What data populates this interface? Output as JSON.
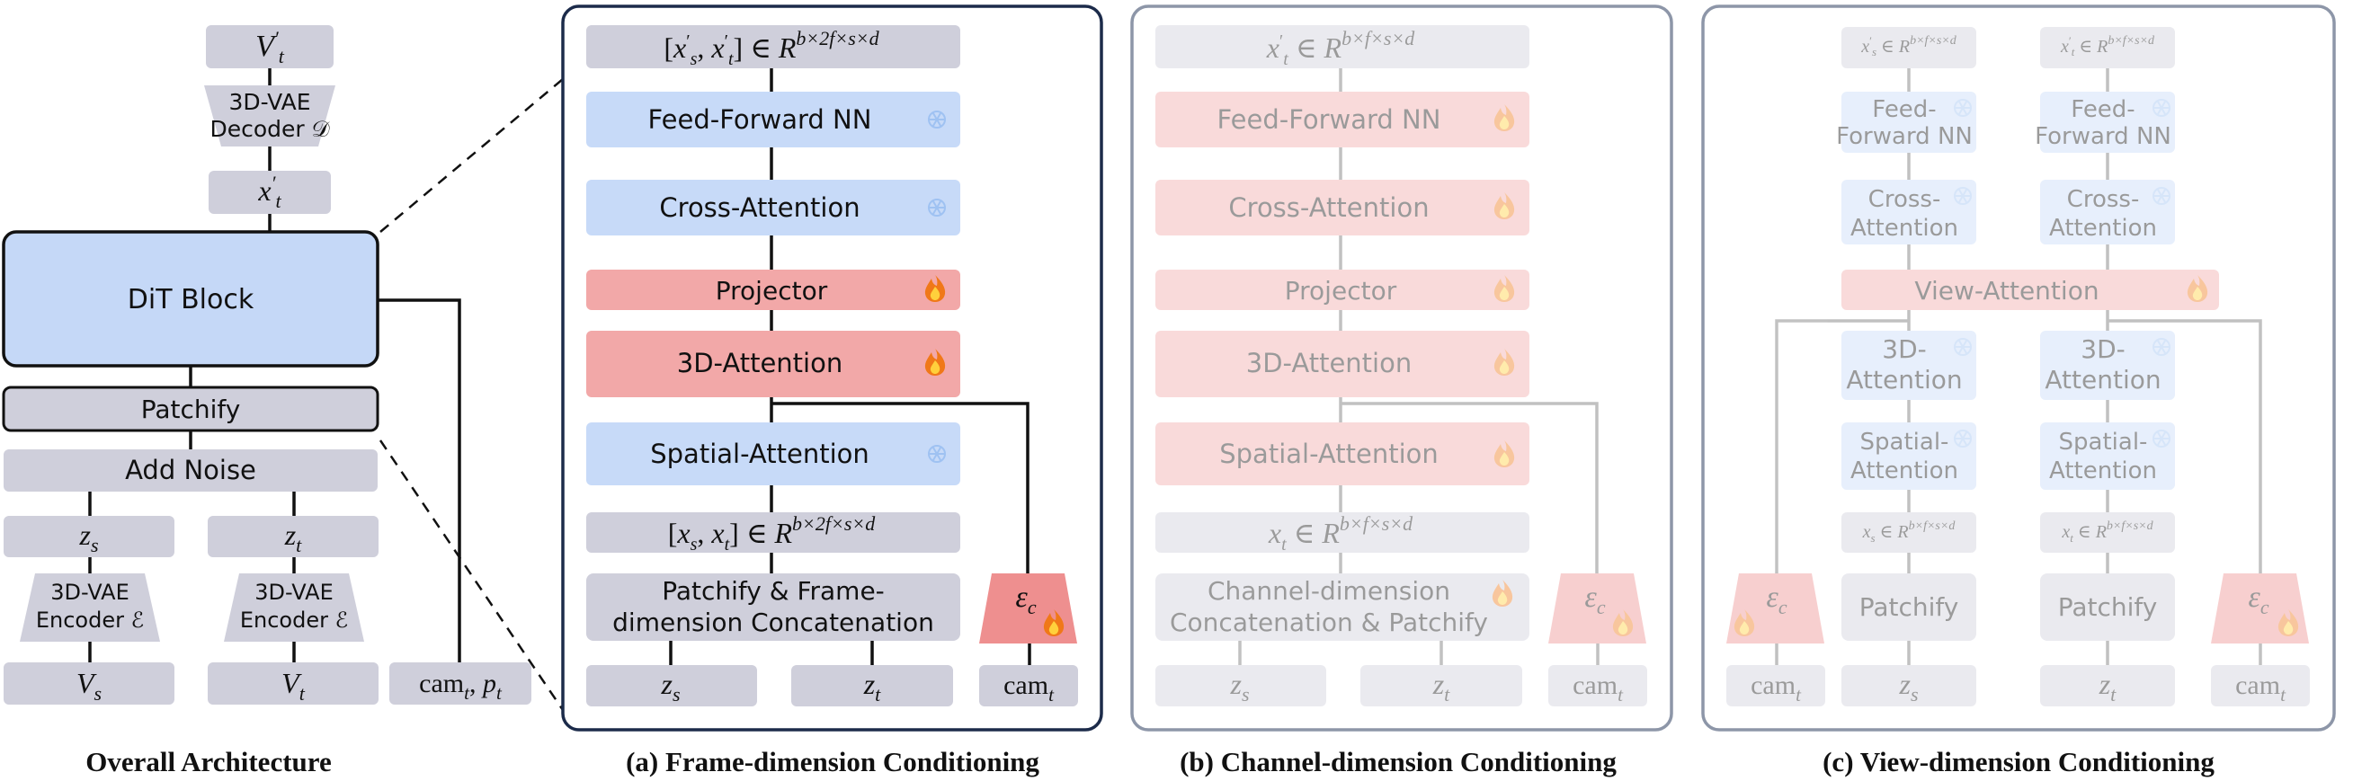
{
  "captions": {
    "overall": "Overall Architecture",
    "a": "(a) Frame-dimension Conditioning",
    "b": "(b) Channel-dimension Conditioning",
    "c": "(c) View-dimension Conditioning"
  },
  "overall": {
    "v_out": "V′t",
    "decoder_line1": "3D-VAE",
    "decoder_line2": "Decoder 𝒟",
    "x_out": "x′t",
    "dit": "DiT Block",
    "patchify": "Patchify",
    "add_noise": "Add Noise",
    "zs": "zs",
    "zt": "zt",
    "encoder_line1": "3D-VAE",
    "encoder_line2": "Encoder ℰ",
    "vs": "Vs",
    "vt": "Vt",
    "cam": "camt, pt"
  },
  "panel_a": {
    "top": "[x′s, x′t] ∈ R^(b×2f×s×d)",
    "ffn": "Feed-Forward NN",
    "cross": "Cross-Attention",
    "projector": "Projector",
    "attn3d": "3D-Attention",
    "spatial": "Spatial-Attention",
    "mid": "[xs, xt] ∈ R^(b×2f×s×d)",
    "concat_line1": "Patchify & Frame-",
    "concat_line2": "dimension Concatenation",
    "zs": "zs",
    "zt": "zt",
    "cam": "camt",
    "ec": "εc"
  },
  "panel_b": {
    "top": "x′t ∈ R^(b×f×s×d)",
    "ffn": "Feed-Forward NN",
    "cross": "Cross-Attention",
    "projector": "Projector",
    "attn3d": "3D-Attention",
    "spatial": "Spatial-Attention",
    "mid": "xt ∈ R^(b×f×s×d)",
    "concat_line1": "Channel-dimension",
    "concat_line2": "Concatenation & Patchify",
    "zs": "zs",
    "zt": "zt",
    "cam": "camt",
    "ec": "εc"
  },
  "panel_c": {
    "top_left": "x′s ∈ R^(b×f×s×d)",
    "top_right": "x′t ∈ R^(b×f×s×d)",
    "ffn_line1": "Feed-",
    "ffn_line2": "Forward NN",
    "cross_line1": "Cross-",
    "cross_line2": "Attention",
    "view": "View-Attention",
    "attn3d_line1": "3D-",
    "attn3d_line2": "Attention",
    "spatial_line1": "Spatial-",
    "spatial_line2": "Attention",
    "mid_left": "xs ∈ R^(b×f×s×d)",
    "mid_right": "xt ∈ R^(b×f×s×d)",
    "patchify": "Patchify",
    "zs": "zs",
    "zt": "zt",
    "cam": "camt",
    "ec": "εc"
  },
  "colors": {
    "gray_box": "#cfcfdb",
    "blue_box": "#c7daf8",
    "red_box": "#f2a8a8",
    "red_dark": "#ee8f8f",
    "panel_border": "#1c2b4a",
    "panel_border_faded": "#8d96a8"
  }
}
